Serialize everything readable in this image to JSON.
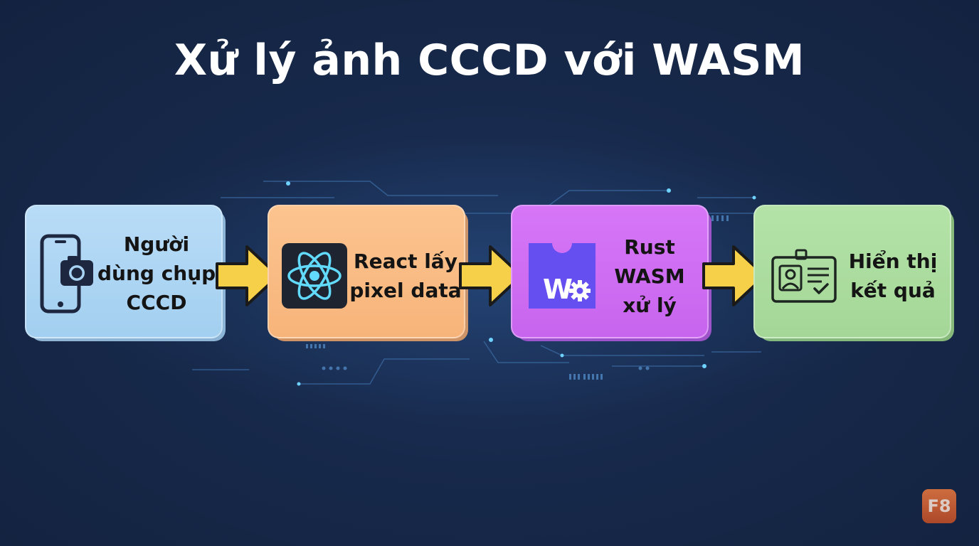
{
  "title": "Xử lý ảnh CCCD với WASM",
  "steps": [
    {
      "lines": [
        "Người",
        "dùng chụp",
        "CCCD"
      ],
      "icon": "phone-camera-icon",
      "color": "#a9d3f3"
    },
    {
      "lines": [
        "React lấy",
        "pixel data"
      ],
      "icon": "react-logo-icon",
      "color": "#f9bb83"
    },
    {
      "lines": [
        "Rust",
        "WASM",
        "xử lý"
      ],
      "icon": "webassembly-logo-icon",
      "color": "#cf6df2"
    },
    {
      "lines": [
        "Hiển thị",
        "kết quả"
      ],
      "icon": "id-card-check-icon",
      "color": "#aadc9d"
    }
  ],
  "arrow_color": "#f7d04a",
  "badge": "F8"
}
